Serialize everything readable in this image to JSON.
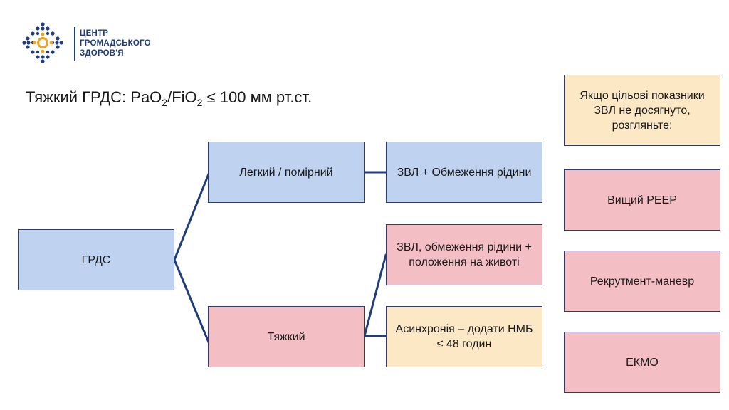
{
  "logo": {
    "line1": "ЦЕНТР",
    "line2": "ГРОМАДСЬКОГО",
    "line3": "ЗДОРОВ'Я",
    "colors": {
      "navy": "#1f3d7a",
      "orange": "#f2a21b"
    }
  },
  "title": {
    "prefix": "Тяжкий ГРДС: PaO",
    "sub1": "2",
    "mid": "/FiO",
    "sub2": "2",
    "suffix": " ≤ 100 мм рт.ст."
  },
  "nodes": {
    "ards": "ГРДС",
    "mild_moderate": "Легкий / помірний",
    "severe": "Тяжкий",
    "ventilation_fluid_restriction": "ЗВЛ + Обмеження рідини",
    "ventilation_prone": "ЗВЛ, обмеження рідини + положення на животі",
    "asynchrony_nmb": "Асинхронія – додати НМБ ≤ 48 годин"
  },
  "side": {
    "condition": "Якщо цільові показники ЗВЛ не досягнуто, розгляньте:",
    "options": [
      "Вищий PEEP",
      "Рекрутмент-маневр",
      "ЕКМО"
    ]
  },
  "colors": {
    "blue_box": "#bfd2ef",
    "pink_box": "#f4bfc4",
    "cream_box": "#fde8c5",
    "connector": "#1f3d7a"
  }
}
